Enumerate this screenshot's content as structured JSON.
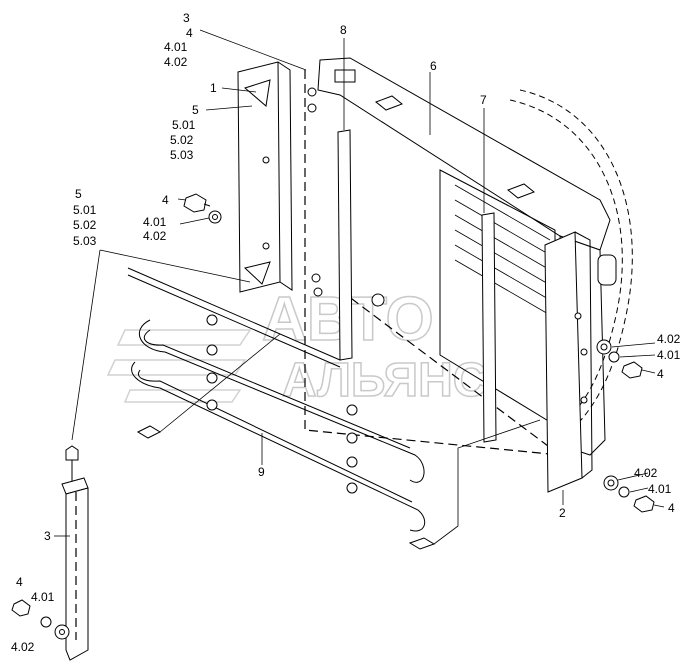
{
  "diagram": {
    "callouts": {
      "top_group": [
        "3",
        "4",
        "4.01",
        "4.02"
      ],
      "bracket_left": "1",
      "bracket_left_fasteners": [
        "5",
        "5.01",
        "5.02",
        "5.03"
      ],
      "bolt_left": "4",
      "washer_left": [
        "4.01",
        "4.02"
      ],
      "left_group": [
        "5",
        "5.01",
        "5.02",
        "5.03"
      ],
      "rail_8": "8",
      "radiator": "6",
      "rail_7": "7",
      "hose": "9",
      "bracket_right": "2",
      "right_upper": [
        "4.02",
        "4.01",
        "4"
      ],
      "right_lower": [
        "4.02",
        "4.01",
        "4"
      ],
      "inset_bracket": "3",
      "inset_fasteners": [
        "4",
        "4.01",
        "4.02"
      ]
    },
    "watermark": {
      "line1": "АВТО",
      "line2": "АЛЬЯНС"
    }
  }
}
